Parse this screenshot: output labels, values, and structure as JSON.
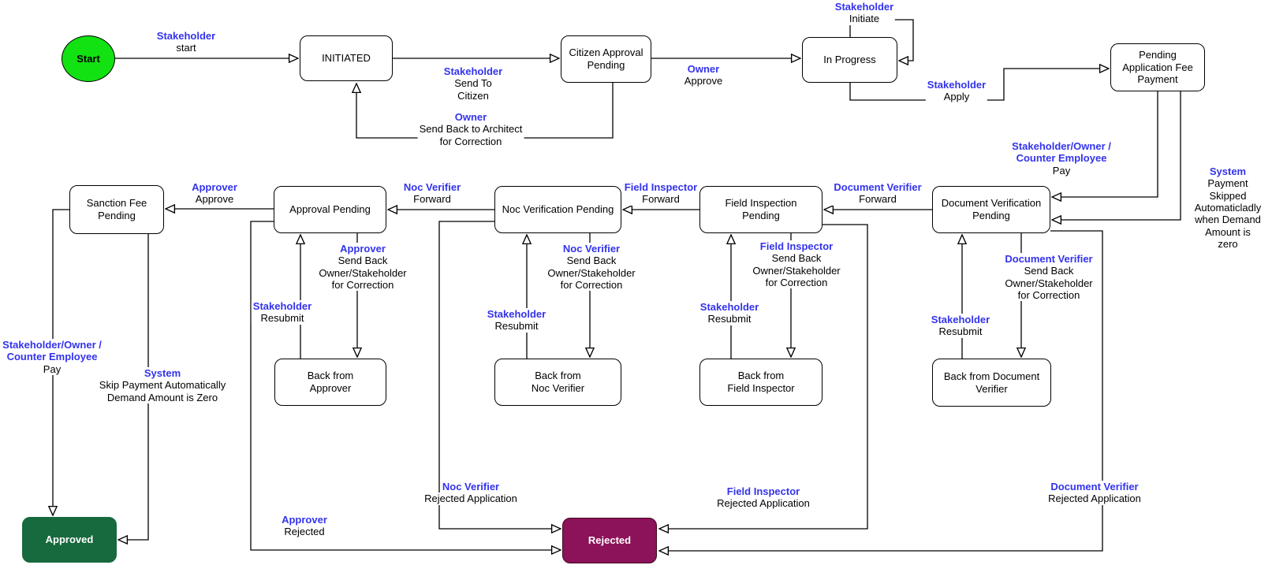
{
  "diagram": {
    "colors": {
      "start_fill": "#12e212",
      "approved_fill": "#17693e",
      "rejected_fill": "#8c1259",
      "actor_text": "#3333ee",
      "line": "#000000"
    },
    "nodes": {
      "start": {
        "label": "Start"
      },
      "initiated": {
        "label": "INITIATED"
      },
      "citizen_approval_pending": {
        "label": "Citizen Approval\nPending"
      },
      "in_progress": {
        "label": "In Progress"
      },
      "pending_application_fee_payment": {
        "label": "Pending\nApplication Fee\nPayment"
      },
      "sanction_fee_pending": {
        "label": "Sanction Fee\nPending"
      },
      "approval_pending": {
        "label": "Approval Pending"
      },
      "noc_verification_pending": {
        "label": "Noc Verification Pending"
      },
      "field_inspection_pending": {
        "label": "Field Inspection\nPending"
      },
      "document_verification_pending": {
        "label": "Document Verification\nPending"
      },
      "back_from_approver": {
        "label": "Back from\nApprover"
      },
      "back_from_noc_verifier": {
        "label": "Back from\nNoc Verifier"
      },
      "back_from_field_inspector": {
        "label": "Back from\nField Inspector"
      },
      "back_from_document_verifier": {
        "label": "Back from Document\nVerifier"
      },
      "approved": {
        "label": "Approved"
      },
      "rejected": {
        "label": "Rejected"
      }
    },
    "edges": {
      "start_initiated": {
        "actor": "Stakeholder",
        "action": "start"
      },
      "send_to_citizen": {
        "actor": "Stakeholder",
        "action": "Send To\nCitizen"
      },
      "owner_approve": {
        "actor": "Owner",
        "action": "Approve"
      },
      "initiate": {
        "actor": "Stakeholder",
        "action": "Initiate"
      },
      "apply": {
        "actor": "Stakeholder",
        "action": "Apply"
      },
      "send_back_architect": {
        "actor": "Owner",
        "action": "Send Back to Architect\nfor Correction"
      },
      "pay_application_fee": {
        "actor": "Stakeholder/Owner /\nCounter Employee",
        "action": "Pay"
      },
      "payment_skipped": {
        "actor": "System",
        "action": "Payment Skipped\nAutomaticladly\nwhen Demand\nAmount is zero"
      },
      "doc_forward": {
        "actor": "Document Verifier",
        "action": "Forward"
      },
      "field_forward": {
        "actor": "Field Inspector",
        "action": "Forward"
      },
      "noc_forward": {
        "actor": "Noc Verifier",
        "action": "Forward"
      },
      "approver_approve": {
        "actor": "Approver",
        "action": "Approve"
      },
      "approver_send_back": {
        "actor": "Approver",
        "action": "Send Back\nOwner/Stakeholder\nfor Correction"
      },
      "resubmit_approver": {
        "actor": "Stakeholder",
        "action": "Resubmit"
      },
      "noc_send_back": {
        "actor": "Noc Verifier",
        "action": "Send Back\nOwner/Stakeholder\nfor Correction"
      },
      "resubmit_noc": {
        "actor": "Stakeholder",
        "action": "Resubmit"
      },
      "field_send_back": {
        "actor": "Field Inspector",
        "action": "Send Back\nOwner/Stakeholder\nfor Correction"
      },
      "resubmit_field": {
        "actor": "Stakeholder",
        "action": "Resubmit"
      },
      "doc_send_back": {
        "actor": "Document Verifier",
        "action": "Send Back\nOwner/Stakeholder\nfor Correction"
      },
      "resubmit_doc": {
        "actor": "Stakeholder",
        "action": "Resubmit"
      },
      "pay_sanction_fee": {
        "actor": "Stakeholder/Owner /\nCounter Employee",
        "action": "Pay"
      },
      "skip_payment": {
        "actor": "System",
        "action": "Skip Payment Automatically\nDemand Amount is Zero"
      },
      "approver_rejected": {
        "actor": "Approver",
        "action": "Rejected"
      },
      "noc_rejected": {
        "actor": "Noc Verifier",
        "action": "Rejected Application"
      },
      "field_rejected": {
        "actor": "Field Inspector",
        "action": "Rejected Application"
      },
      "doc_rejected": {
        "actor": "Document Verifier",
        "action": "Rejected Application"
      }
    }
  }
}
